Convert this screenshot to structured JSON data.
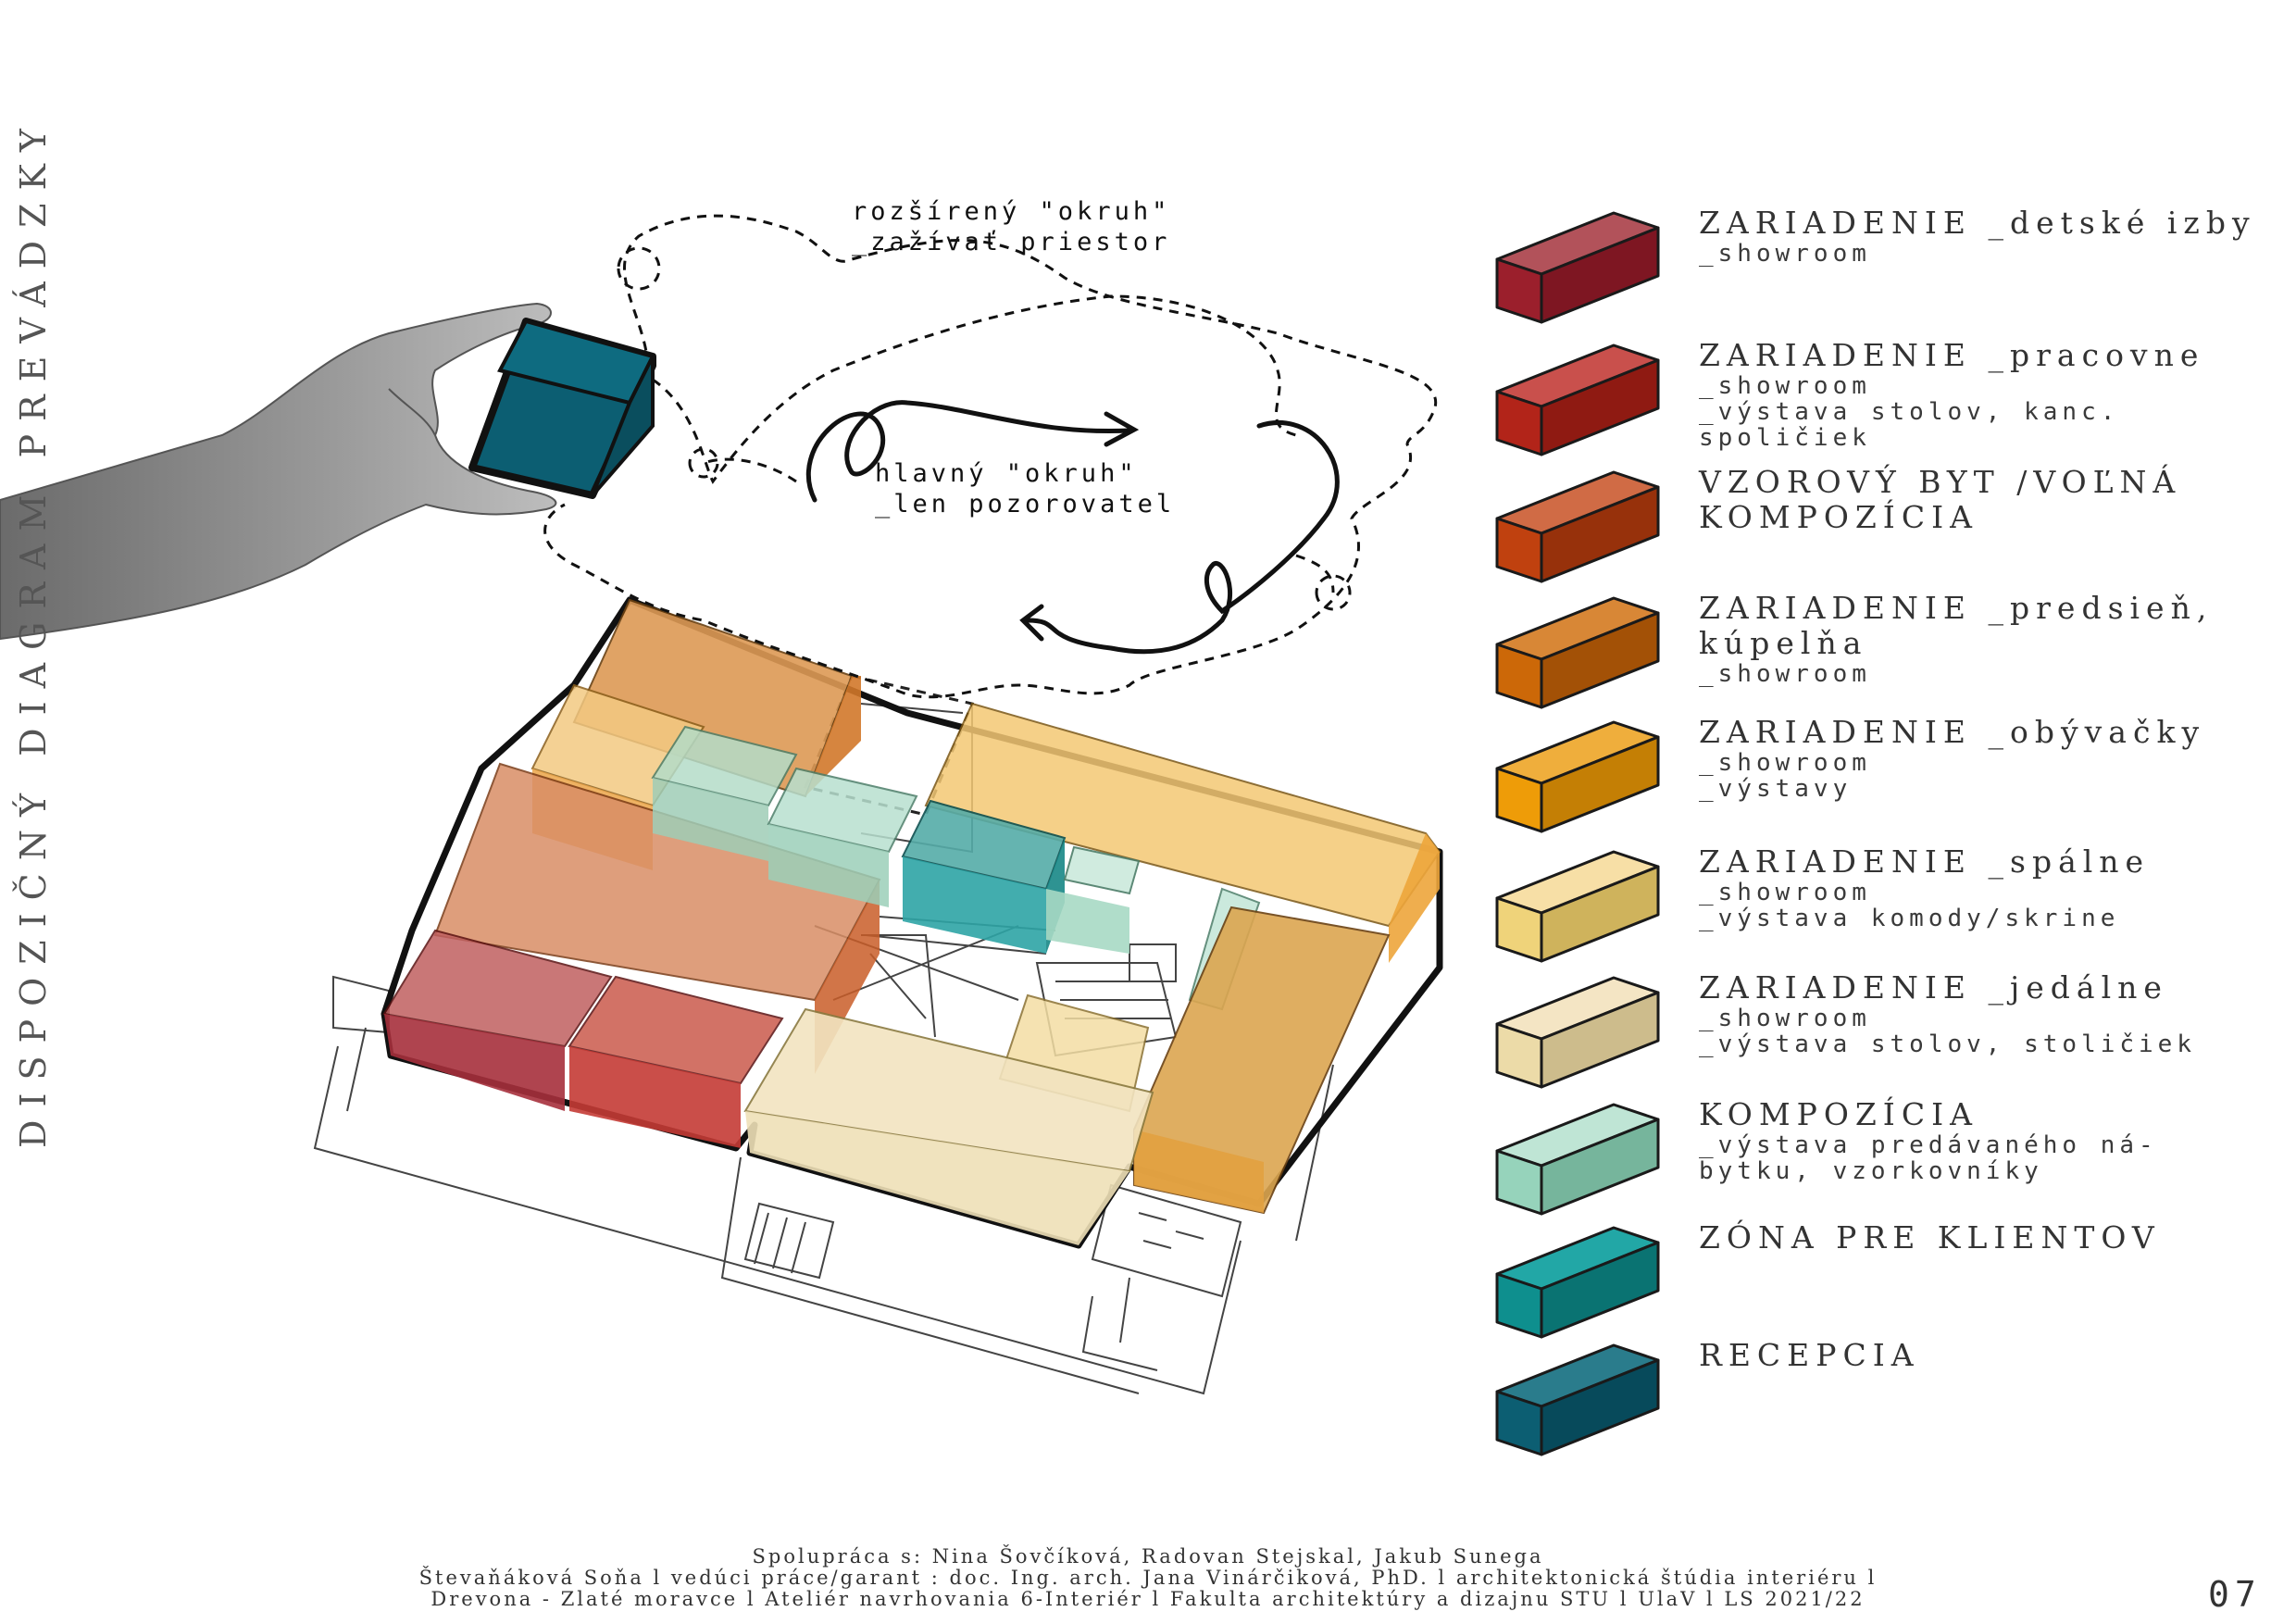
{
  "page": {
    "side_title": "DISPOZIČNÝ DIAGRAM PREVÁDZKY",
    "page_number": "07"
  },
  "cloud": {
    "outer_label": "rozšírený \"okruh\"\n_zažívať priestor",
    "inner_label": "hlavný \"okruh\"\n_len pozorovatel"
  },
  "legend": [
    {
      "title": "ZARIADENIE _detské izby",
      "sub": "_showroom",
      "color_top": "#b2525a",
      "color_front": "#9b1f2c",
      "color_side": "#7e1622"
    },
    {
      "title": "ZARIADENIE _pracovne",
      "sub": "_showroom\n_výstava stolov, kanc. spoličiek",
      "color_top": "#c9504c",
      "color_front": "#b22419",
      "color_side": "#8f1a12"
    },
    {
      "title": "VZOROVÝ BYT /VOĽNÁ KOMPOZÍCIA",
      "sub": "",
      "color_top": "#d06b45",
      "color_front": "#c0410f",
      "color_side": "#97310b"
    },
    {
      "title": "ZARIADENIE _predsieň, kúpelňa",
      "sub": "_showroom",
      "color_top": "#d88736",
      "color_front": "#cc6808",
      "color_side": "#a35106"
    },
    {
      "title": "ZARIADENIE _obývačky",
      "sub": "_showroom\n_výstavy",
      "color_top": "#efae3c",
      "color_front": "#ee9c08",
      "color_side": "#c47f05"
    },
    {
      "title": "ZARIADENIE _spálne",
      "sub": "_showroom\n_výstava komody/skrine",
      "color_top": "#f7dfa6",
      "color_front": "#efd37a",
      "color_side": "#cfb35c"
    },
    {
      "title": "ZARIADENIE _jedálne",
      "sub": "_showroom\n_výstava stolov, stoličiek",
      "color_top": "#f4e5c4",
      "color_front": "#ecdba8",
      "color_side": "#cdbc8c"
    },
    {
      "title": "KOMPOZÍCIA",
      "sub": "_výstava predávaného ná-\nbytku, vzorkovníky",
      "color_top": "#bfe5d5",
      "color_front": "#96d3bb",
      "color_side": "#76b59c"
    },
    {
      "title": "ZÓNA PRE KLIENTOV",
      "sub": "",
      "color_top": "#22a7a6",
      "color_front": "#0e8f8e",
      "color_side": "#0a7372"
    },
    {
      "title": "RECEPCIA",
      "sub": "",
      "color_top": "#2a7c8c",
      "color_front": "#0c5e72",
      "color_side": "#074a5b"
    }
  ],
  "footer": {
    "line1": "Spolupráca s: Nina Šovčíková, Radovan Stejskal, Jakub Sunega",
    "line2": "Števaňáková Soňa l vedúci práce/garant : doc. Ing. arch. Jana Vinárčiková, PhD. l architektonická štúdia interiéru l",
    "line3": "Drevona - Zlaté moravce l Ateliér navrhovania 6-Interiér l Fakulta architektúry a dizajnu STU l UlaV l LS 2021/22"
  }
}
